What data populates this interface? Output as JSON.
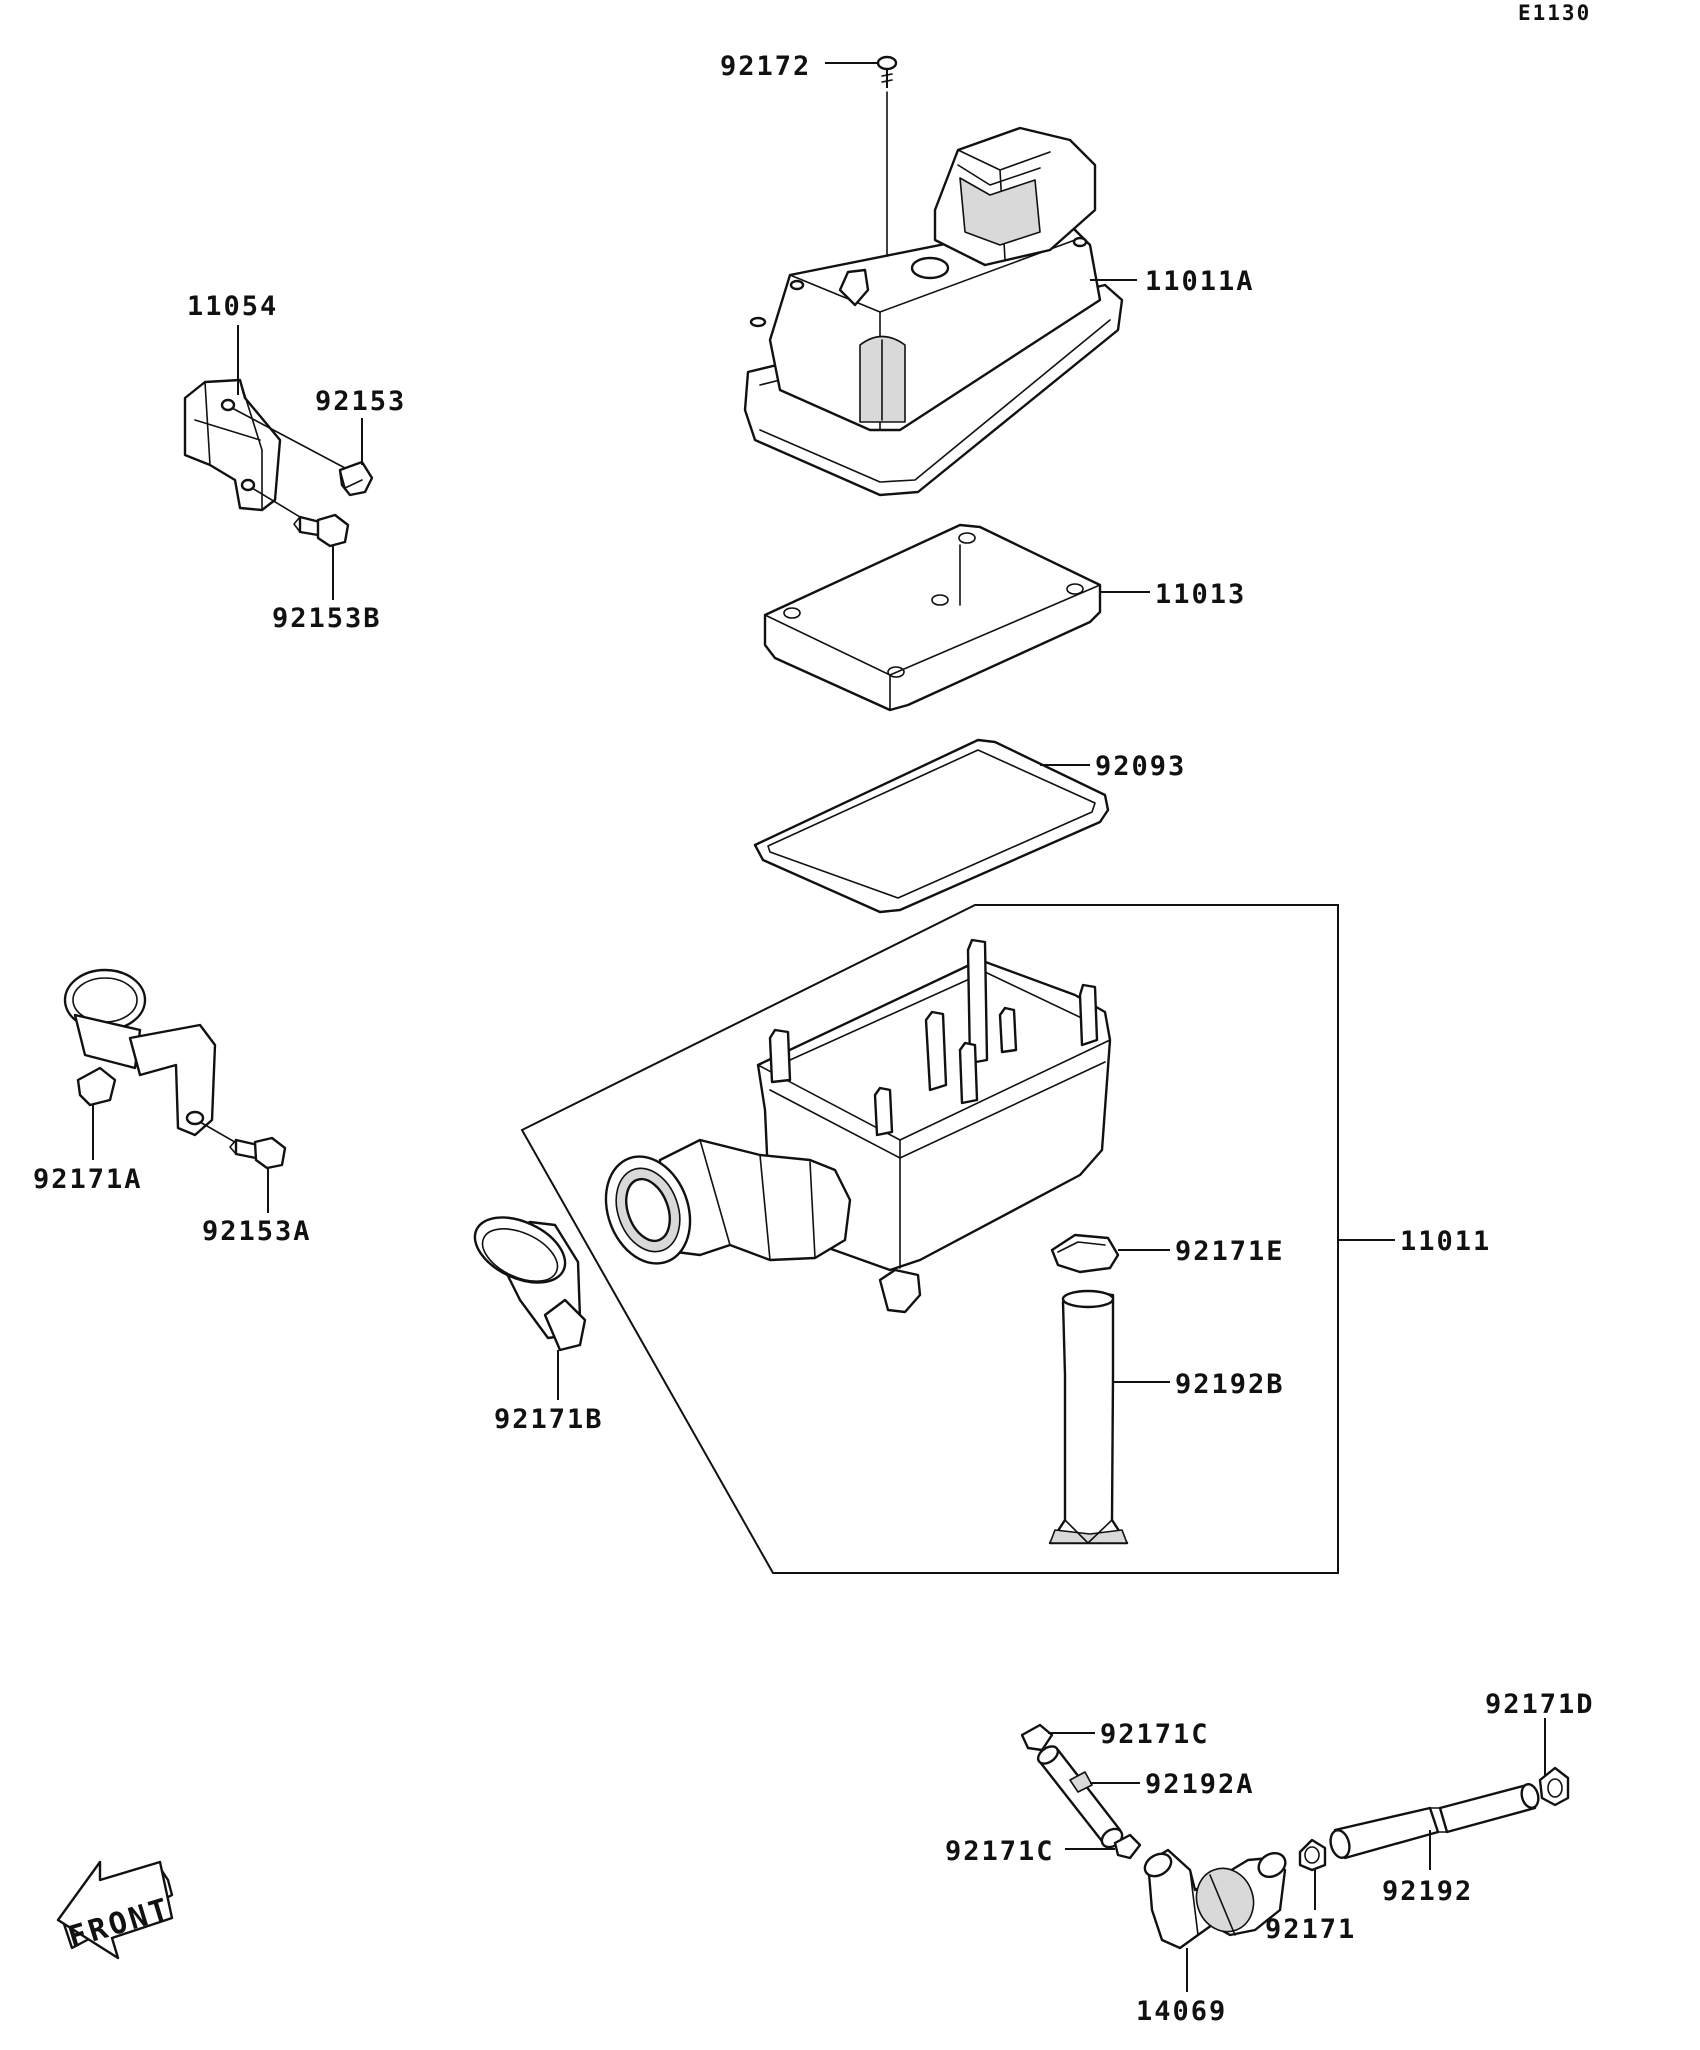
{
  "diagram_code": "E1130",
  "front_label": "FRONT",
  "parts": {
    "p92172": "92172",
    "p11011A": "11011A",
    "p11054": "11054",
    "p92153": "92153",
    "p92153B": "92153B",
    "p11013": "11013",
    "p92093": "92093",
    "p92171A": "92171A",
    "p92153A": "92153A",
    "p92171E": "92171E",
    "p11011": "11011",
    "p92192B": "92192B",
    "p92171B": "92171B",
    "p92171C_top": "92171C",
    "p92171D": "92171D",
    "p92192A": "92192A",
    "p92171C_bottom": "92171C",
    "p92171": "92171",
    "p92192": "92192",
    "p14069": "14069"
  }
}
